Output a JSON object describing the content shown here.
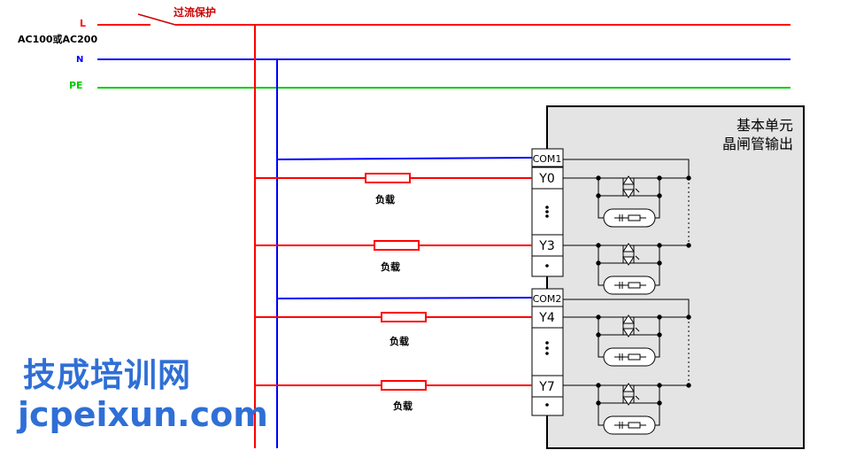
{
  "supply": {
    "line_label": "L",
    "voltage_label": "AC100或AC200",
    "protection_label": "过流保护",
    "neutral_label": "N",
    "earth_label": "PE"
  },
  "module": {
    "title_line1": "基本单元",
    "title_line2": "晶闸管输出"
  },
  "terminals": [
    {
      "label": "COM1"
    },
    {
      "label": "Y0"
    },
    {
      "label": "Y3"
    },
    {
      "label": "COM2"
    },
    {
      "label": "Y4"
    },
    {
      "label": "Y7"
    }
  ],
  "loads": [
    {
      "label": "负载"
    },
    {
      "label": "负载"
    },
    {
      "label": "负载"
    },
    {
      "label": "负载"
    }
  ],
  "watermark": {
    "line1": "技成培训网",
    "line2": "jcpeixun.com"
  },
  "colors": {
    "line": "#ff0000",
    "neutral": "#0000ff",
    "earth": "#00cc00",
    "module_bg": "#e4e4e4",
    "watermark": "#2f6fd6"
  }
}
